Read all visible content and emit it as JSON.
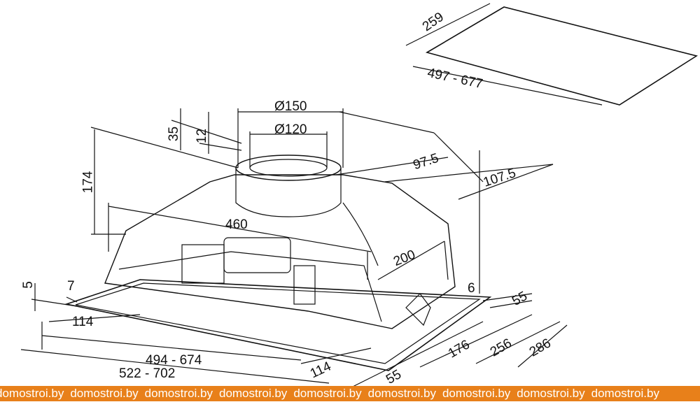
{
  "drawing": {
    "cutout": {
      "depth": "259",
      "width": "497 - 677"
    },
    "outlet": {
      "outer_diameter": "Ø150",
      "inner_diameter": "Ø120",
      "collar_height": "35",
      "inner_collar_height": "12",
      "offset_depth": "97.5",
      "offset_depth_outer": "107.5"
    },
    "body": {
      "height": "174",
      "width": "460",
      "depth": "200",
      "frame_thickness": "5",
      "frame_lip": "7",
      "side_gap": "6",
      "rear_margin": "55"
    },
    "frame": {
      "left_inset": "114",
      "inner_depth": "176",
      "mid_depth": "256",
      "total_depth": "286",
      "inner_width": "494 - 674",
      "total_width": "522 - 702",
      "right_inset": "114",
      "front_margin": "55"
    }
  },
  "watermark": {
    "text": "domostroi.by",
    "repeat": 9
  },
  "colors": {
    "watermark_bg": "#E8801A",
    "line": "#111111"
  }
}
